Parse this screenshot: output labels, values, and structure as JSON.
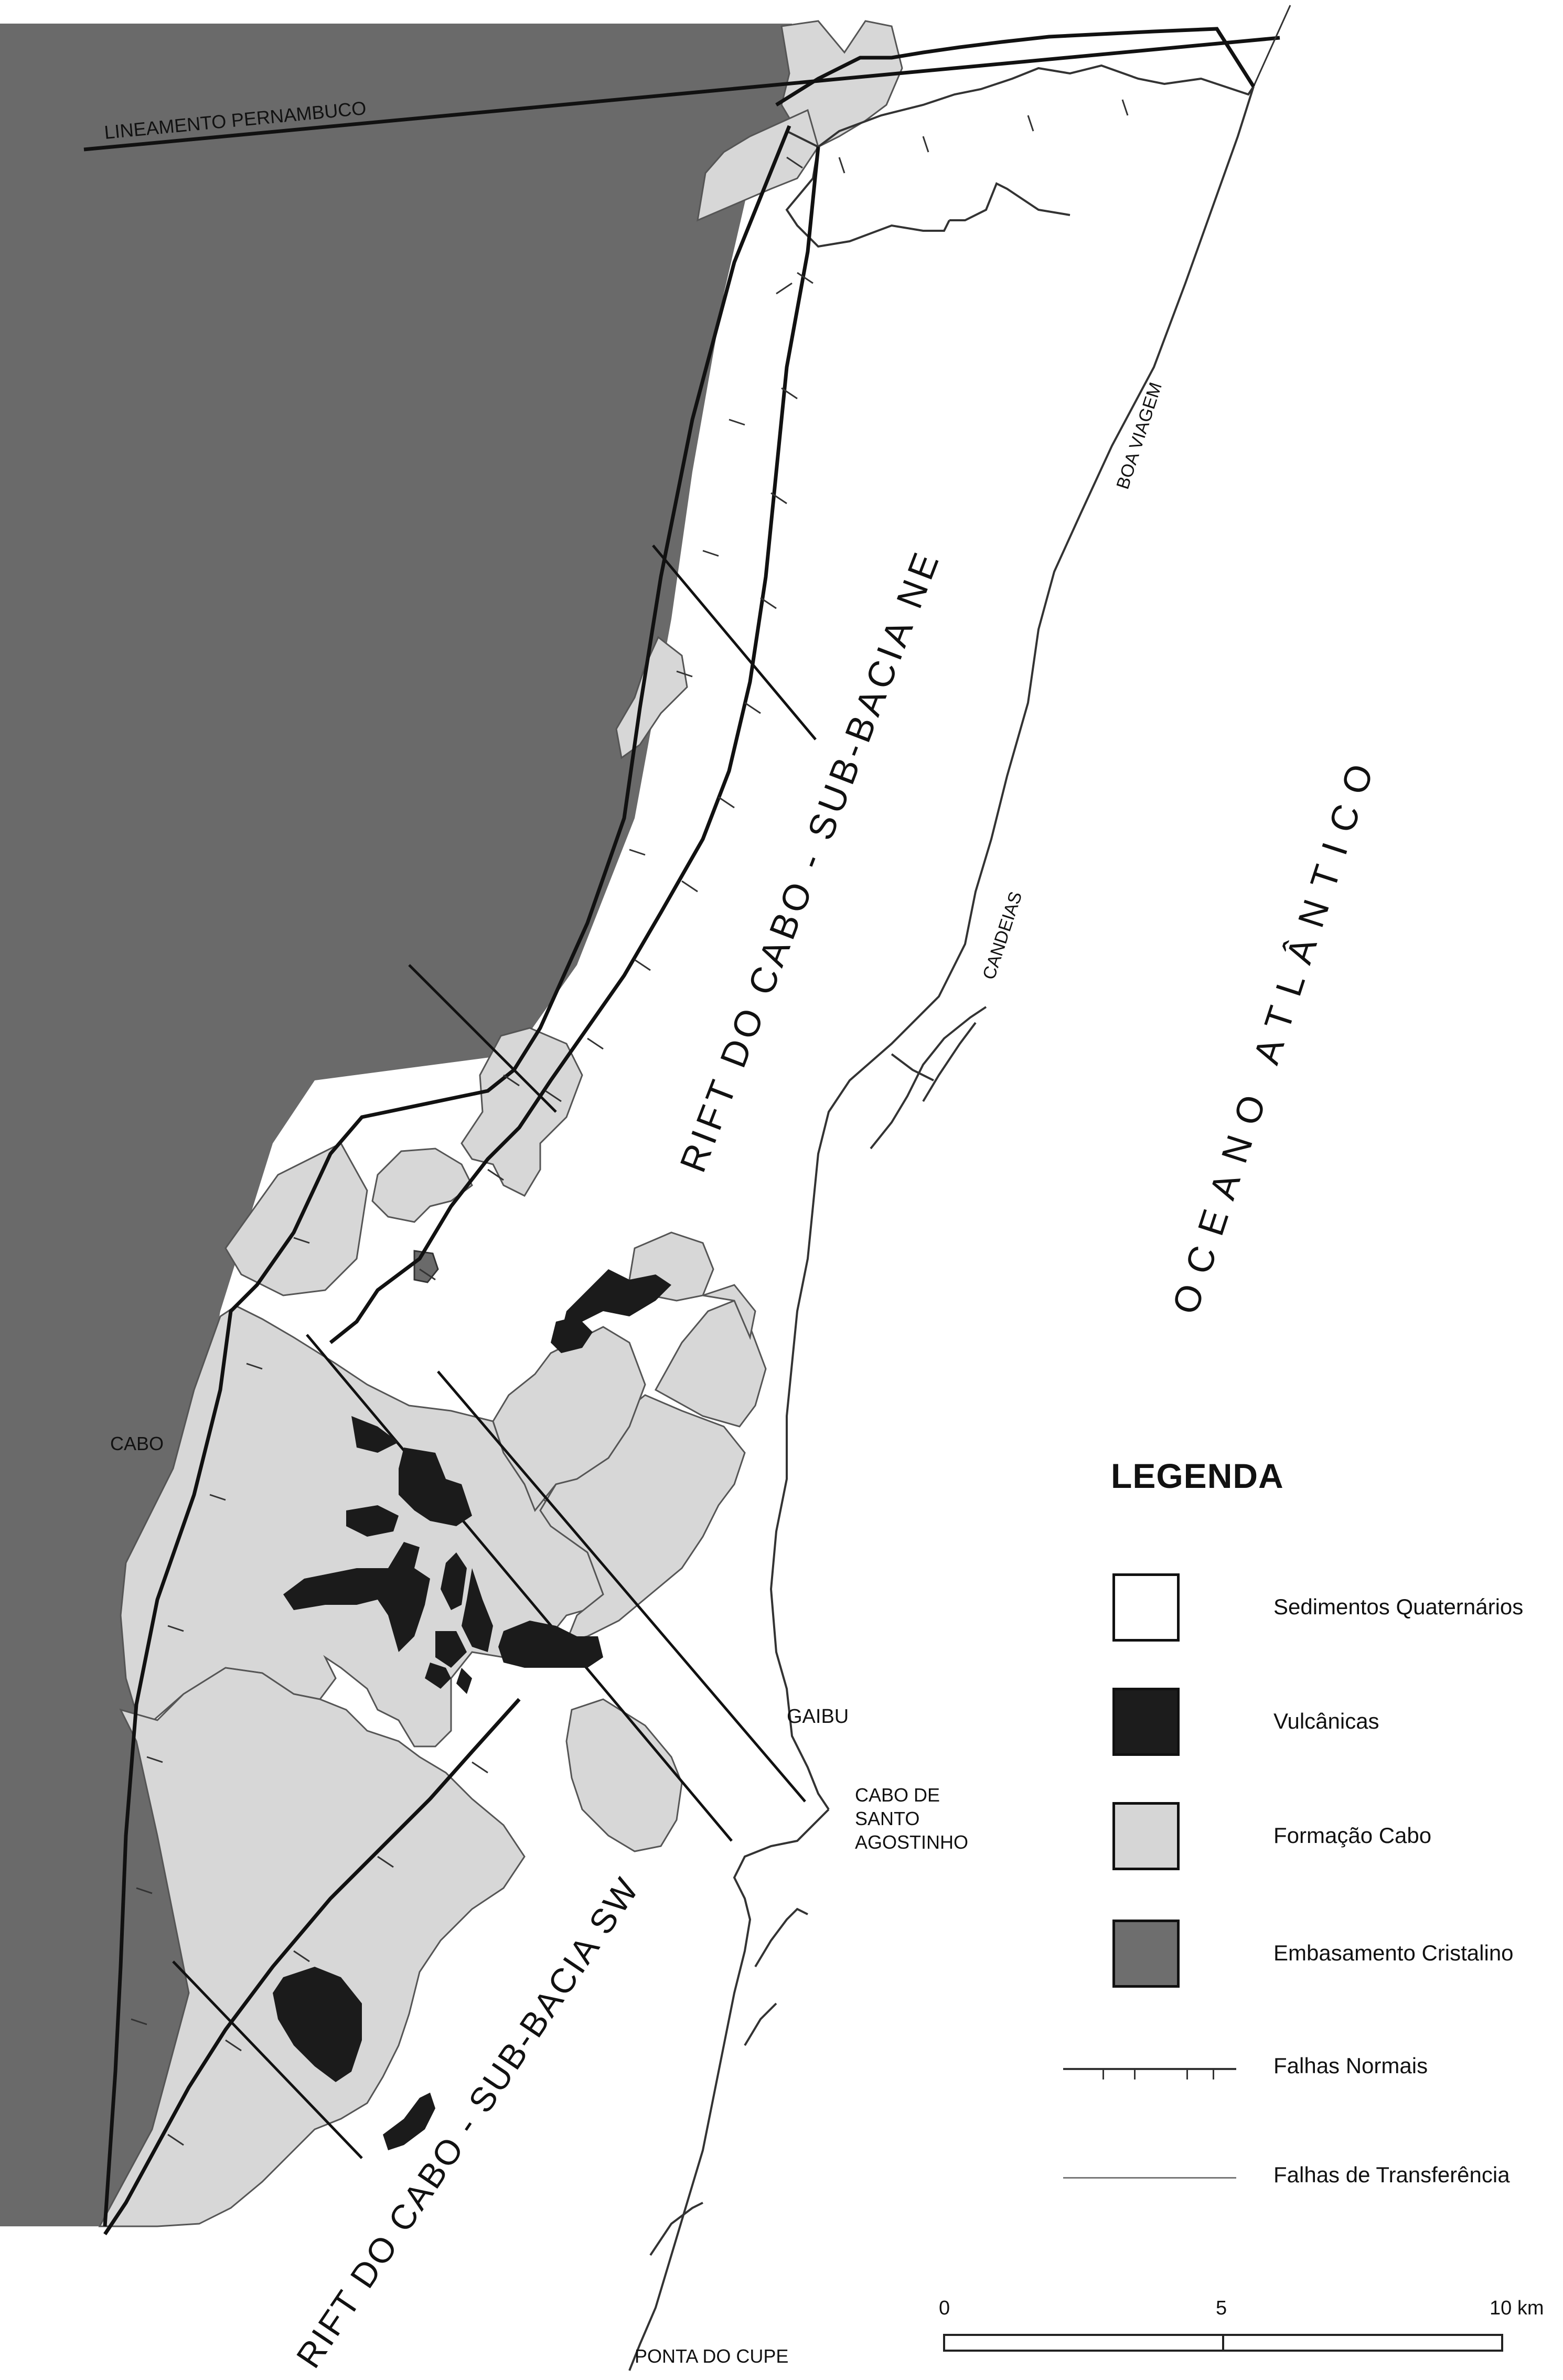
{
  "map": {
    "labels": {
      "lineamento": "LINEAMENTO PERNAMBUCO",
      "boa_viagem": "BOA VIAGEM",
      "candeias": "CANDEIAS",
      "rift_ne": "RIFT DO CABO - SUB-BACIA NE",
      "rift_sw": "RIFT DO CABO - SUB-BACIA SW",
      "oceano": "OCEANO   ATLÂNTICO",
      "cabo": "CABO",
      "gaibu": "GAIBU",
      "cabo_sa_1": "CABO DE",
      "cabo_sa_2": "SANTO",
      "cabo_sa_3": "AGOSTINHO",
      "ponta_cupe": "PONTA DO CUPE"
    },
    "colors": {
      "embasamento": "#666666",
      "formacao": "#d6d6d6",
      "vulcanicas": "#1c1c1c",
      "quaternario": "#ffffff"
    }
  },
  "legend": {
    "title": "LEGENDA",
    "items": [
      {
        "label": "Sedimentos Quaternários",
        "color": "#ffffff"
      },
      {
        "label": "Vulcânicas",
        "color": "#1c1c1c"
      },
      {
        "label": "Formação Cabo",
        "color": "#d6d6d6"
      },
      {
        "label": "Embasamento Cristalino",
        "color": "#6e6e6e"
      }
    ],
    "lines": [
      {
        "label": "Falhas Normais"
      },
      {
        "label": "Falhas de Transferência"
      }
    ]
  },
  "scale": {
    "labels": [
      "0",
      "5",
      "10 km"
    ]
  }
}
